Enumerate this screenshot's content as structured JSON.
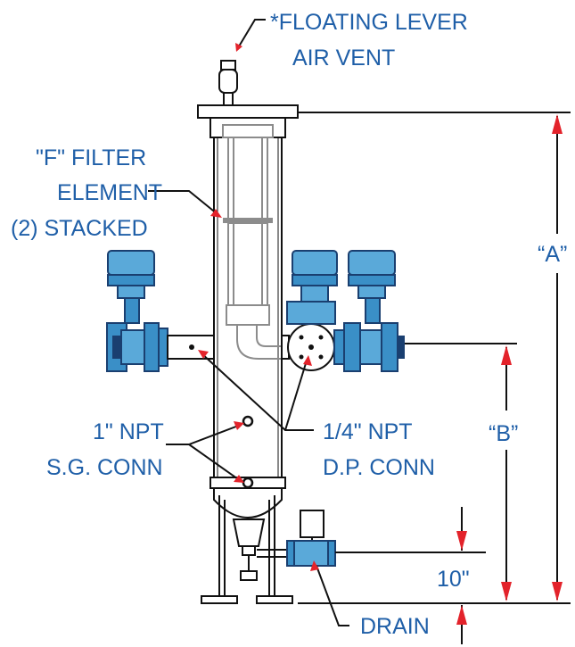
{
  "labels": {
    "vent_line1": "*FLOATING LEVER",
    "vent_line2": "AIR VENT",
    "filter_line1": "\"F\" FILTER",
    "filter_line2": "ELEMENT",
    "filter_line3": "(2) STACKED",
    "dim_a": "“A”",
    "dim_b": "“B”",
    "dim_10": "10\"",
    "sg_line1": "1\" NPT",
    "sg_line2": "S.G. CONN",
    "dp_line1": "1/4\" NPT",
    "dp_line2": "D.P. CONN",
    "drain": "DRAIN"
  },
  "colors": {
    "label_blue": "#1f5fa8",
    "valve_blue": "#3a8fc7",
    "arrow_red": "#e3232b",
    "line_black": "#111111"
  }
}
